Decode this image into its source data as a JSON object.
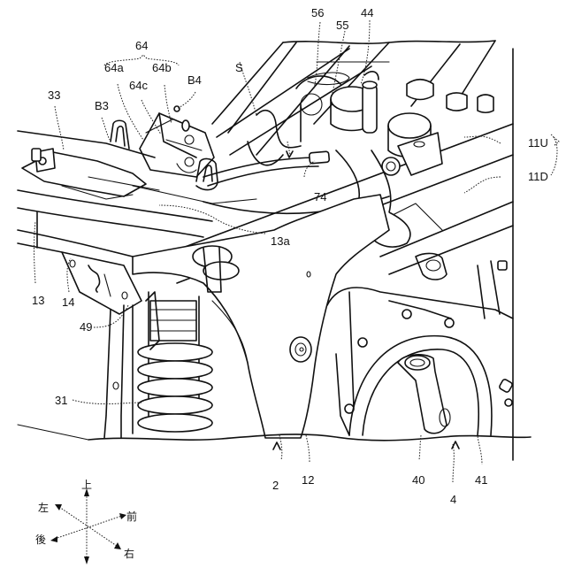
{
  "figure": {
    "description": "Patent line drawing: perspective view of motorcycle front frame, engine and steering area",
    "labels": {
      "l64": "64",
      "l64a": "64a",
      "l64b": "64b",
      "l64c": "64c",
      "lB4": "B4",
      "lB3": "B3",
      "l33": "33",
      "lS": "S",
      "l56": "56",
      "l55": "55",
      "l44": "44",
      "l11U": "11U",
      "l11D": "11D",
      "l74": "74",
      "l13a": "13a",
      "l13": "13",
      "l14": "14",
      "l49": "49",
      "l31": "31",
      "l2": "2",
      "l12": "12",
      "l40": "40",
      "l4": "4",
      "l41": "41"
    },
    "direction_indicator": {
      "up": "上",
      "left": "左",
      "front": "前",
      "rear": "後",
      "right": "右"
    }
  }
}
